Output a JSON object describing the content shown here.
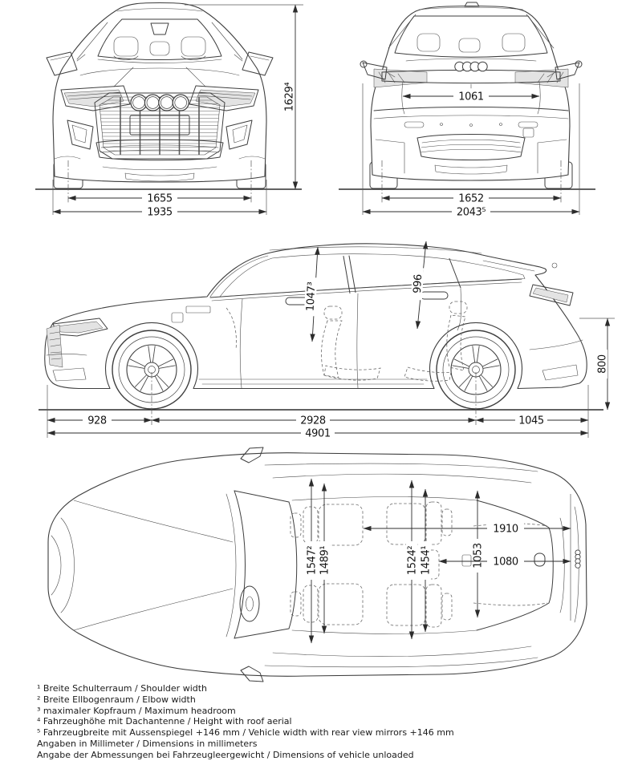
{
  "views": {
    "front": {
      "name": "front view",
      "dims": {
        "track": "1655",
        "width": "1935",
        "height": "1629⁴"
      }
    },
    "rear": {
      "name": "rear view",
      "dims": {
        "tailgate": "1061",
        "track": "1652",
        "width_mirrors": "2043⁵"
      }
    },
    "side": {
      "name": "side view",
      "dims": {
        "headroom_front": "1047³",
        "headroom_rear": "996",
        "load_height": "800",
        "overhang_front": "928",
        "wheelbase": "2928",
        "overhang_rear": "1045",
        "length": "4901"
      }
    },
    "top": {
      "name": "top view",
      "dims": {
        "elbow_front": "1547²",
        "shoulder_front": "1489¹",
        "elbow_rear": "1524²",
        "shoulder_rear": "1454¹",
        "load_width": "1053",
        "interior_length": "1910",
        "load_floor_width": "1080"
      }
    }
  },
  "footnotes": {
    "f1": "¹ Breite Schulterraum / Shoulder width",
    "f2": "² Breite Ellbogenraum / Elbow width",
    "f3": "³ maximaler Kopfraum / Maximum headroom",
    "f4": "⁴ Fahrzeughöhe mit Dachantenne / Height with roof aerial",
    "f5": "⁵ Fahrzeugbreite mit Aussenspiegel +146 mm / Vehicle width with rear view mirrors +146 mm",
    "f6": "Angaben in Millimeter / Dimensions in millimeters",
    "f7": "Angabe der Abmessungen bei Fahrzeugleergewicht / Dimensions of vehicle unloaded"
  },
  "logo": "audi-rings",
  "colors": {
    "line": "#3e3e3e",
    "dimension": "#2c2c2c",
    "background": "#ffffff"
  }
}
